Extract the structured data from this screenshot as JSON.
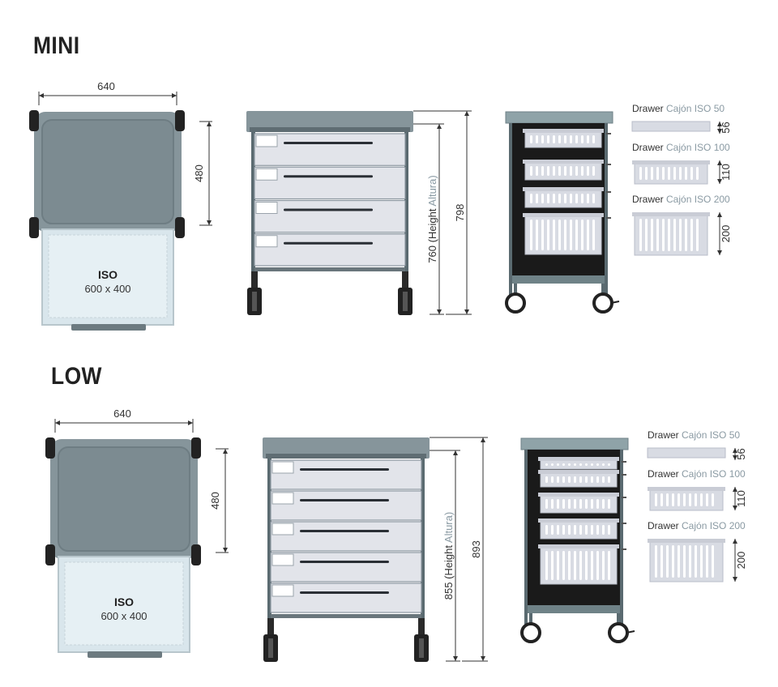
{
  "sections": [
    {
      "title": "MINI",
      "width_label": "640",
      "depth_label": "480",
      "tray_title": "ISO",
      "tray_size": "600 x 400",
      "height_label_a": "760",
      "height_label_b": " (Height ",
      "height_label_c": "Altura)",
      "total_height_label": "798",
      "drawer_count": 4,
      "drawers": [
        {
          "word": "Drawer",
          "name": "Cajón ISO 50",
          "size": "56"
        },
        {
          "word": "Drawer",
          "name": "Cajón ISO 100",
          "size": "110"
        },
        {
          "word": "Drawer",
          "name": "Cajón ISO 200",
          "size": "200"
        }
      ]
    },
    {
      "title": "LOW",
      "width_label": "640",
      "depth_label": "480",
      "tray_title": "ISO",
      "tray_size": "600 x 400",
      "height_label_a": "855",
      "height_label_b": " (Height ",
      "height_label_c": "Altura)",
      "total_height_label": "893",
      "drawer_count": 5,
      "drawers": [
        {
          "word": "Drawer",
          "name": "Cajón ISO 50",
          "size": "56"
        },
        {
          "word": "Drawer",
          "name": "Cajón ISO 100",
          "size": "110"
        },
        {
          "word": "Drawer",
          "name": "Cajón ISO 200",
          "size": "200"
        }
      ]
    }
  ],
  "colors": {
    "top_frame": "#86959b",
    "top_frame_dark": "#5f6d73",
    "drawer_front": "#e2e4ea",
    "basket": "#d8dbe3",
    "cabinet_back": "#1a1a1a",
    "wheel": "#222222",
    "teal_top": "#8fa3a8",
    "light_label": "#8a9aa3"
  }
}
